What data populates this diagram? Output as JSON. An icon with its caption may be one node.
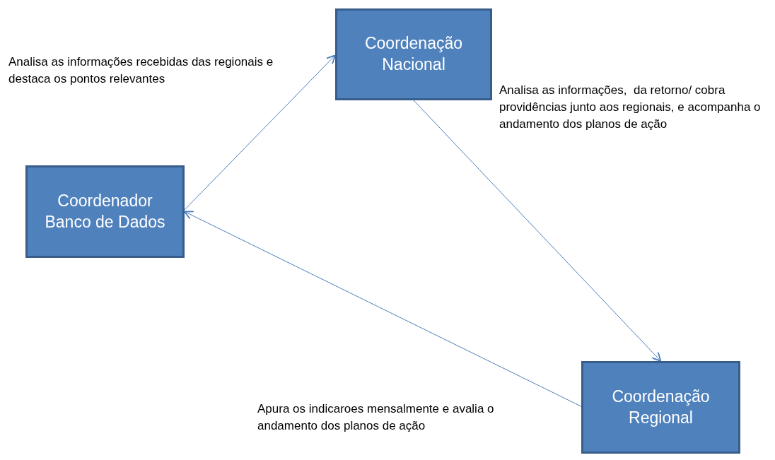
{
  "diagram": {
    "nodes": [
      {
        "text": [
          "Coordenação Nacional"
        ]
      },
      {
        "text": [
          "Coordenador Banco de Dados"
        ]
      },
      {
        "text": [
          "Coordenação Regional"
        ]
      }
    ],
    "edges": [
      {
        "from": 1,
        "to": 0,
        "arrow": "to"
      },
      {
        "from": 0,
        "to": 2,
        "arrow": "to"
      },
      {
        "from": 2,
        "to": 1,
        "arrow": "to"
      }
    ],
    "labels": [
      "Analisa as informações recebidas das regionais e destaca os pontos relevantes",
      "Analisa as informações,  da retorno/ cobra providências junto aos regionais, e acompanha o andamento dos planos de ação",
      "Apura os indicaroes mensalmente e avalia o andamento dos planos de ação"
    ]
  }
}
